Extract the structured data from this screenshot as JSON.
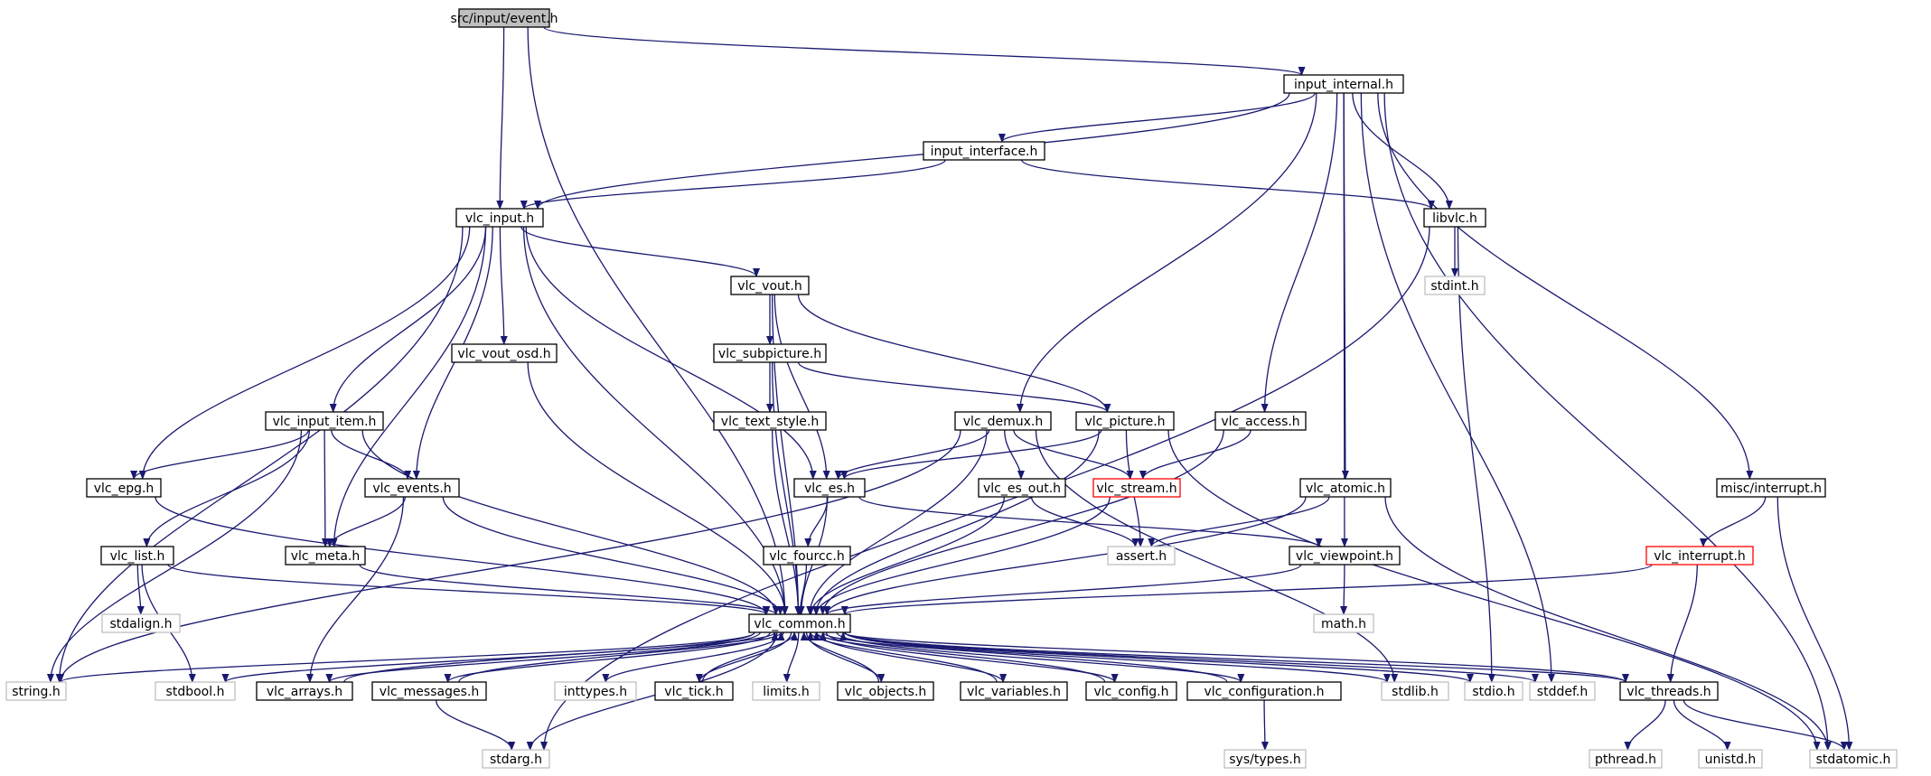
{
  "colors": {
    "edge": "#191970",
    "main_fill": "#bfbfbf",
    "doc_border": "#000000",
    "red_border": "#ff0000",
    "ext_border": "#bfbfbf"
  },
  "nodes": [
    {
      "id": "event_h",
      "label": "src/input/event.h",
      "kind": "main"
    },
    {
      "id": "input_internal_h",
      "label": "input_internal.h",
      "kind": "doc"
    },
    {
      "id": "input_interface_h",
      "label": "input_interface.h",
      "kind": "doc"
    },
    {
      "id": "vlc_input_h",
      "label": "vlc_input.h",
      "kind": "doc"
    },
    {
      "id": "libvlc_h",
      "label": "libvlc.h",
      "kind": "doc"
    },
    {
      "id": "stdint_h",
      "label": "stdint.h",
      "kind": "ext"
    },
    {
      "id": "vlc_vout_h",
      "label": "vlc_vout.h",
      "kind": "doc"
    },
    {
      "id": "vlc_vout_osd_h",
      "label": "vlc_vout_osd.h",
      "kind": "doc"
    },
    {
      "id": "vlc_subpicture_h",
      "label": "vlc_subpicture.h",
      "kind": "doc"
    },
    {
      "id": "vlc_input_item_h",
      "label": "vlc_input_item.h",
      "kind": "doc"
    },
    {
      "id": "vlc_text_style_h",
      "label": "vlc_text_style.h",
      "kind": "doc"
    },
    {
      "id": "vlc_demux_h",
      "label": "vlc_demux.h",
      "kind": "doc"
    },
    {
      "id": "vlc_picture_h",
      "label": "vlc_picture.h",
      "kind": "doc"
    },
    {
      "id": "vlc_access_h",
      "label": "vlc_access.h",
      "kind": "doc"
    },
    {
      "id": "vlc_epg_h",
      "label": "vlc_epg.h",
      "kind": "doc"
    },
    {
      "id": "vlc_events_h",
      "label": "vlc_events.h",
      "kind": "doc"
    },
    {
      "id": "vlc_es_h",
      "label": "vlc_es.h",
      "kind": "doc"
    },
    {
      "id": "vlc_es_out_h",
      "label": "vlc_es_out.h",
      "kind": "doc"
    },
    {
      "id": "vlc_stream_h",
      "label": "vlc_stream.h",
      "kind": "red"
    },
    {
      "id": "vlc_atomic_h",
      "label": "vlc_atomic.h",
      "kind": "doc"
    },
    {
      "id": "misc_interrupt_h",
      "label": "misc/interrupt.h",
      "kind": "doc"
    },
    {
      "id": "vlc_list_h",
      "label": "vlc_list.h",
      "kind": "doc"
    },
    {
      "id": "vlc_meta_h",
      "label": "vlc_meta.h",
      "kind": "doc"
    },
    {
      "id": "vlc_fourcc_h",
      "label": "vlc_fourcc.h",
      "kind": "doc"
    },
    {
      "id": "assert_h",
      "label": "assert.h",
      "kind": "ext"
    },
    {
      "id": "vlc_viewpoint_h",
      "label": "vlc_viewpoint.h",
      "kind": "doc"
    },
    {
      "id": "vlc_interrupt_h",
      "label": "vlc_interrupt.h",
      "kind": "red"
    },
    {
      "id": "stdalign_h",
      "label": "stdalign.h",
      "kind": "ext"
    },
    {
      "id": "math_h",
      "label": "math.h",
      "kind": "ext"
    },
    {
      "id": "vlc_common_h",
      "label": "vlc_common.h",
      "kind": "doc"
    },
    {
      "id": "string_h",
      "label": "string.h",
      "kind": "ext"
    },
    {
      "id": "stdbool_h",
      "label": "stdbool.h",
      "kind": "ext"
    },
    {
      "id": "vlc_arrays_h",
      "label": "vlc_arrays.h",
      "kind": "doc"
    },
    {
      "id": "vlc_messages_h",
      "label": "vlc_messages.h",
      "kind": "doc"
    },
    {
      "id": "inttypes_h",
      "label": "inttypes.h",
      "kind": "ext"
    },
    {
      "id": "vlc_tick_h",
      "label": "vlc_tick.h",
      "kind": "doc"
    },
    {
      "id": "limits_h",
      "label": "limits.h",
      "kind": "ext"
    },
    {
      "id": "vlc_objects_h",
      "label": "vlc_objects.h",
      "kind": "doc"
    },
    {
      "id": "vlc_variables_h",
      "label": "vlc_variables.h",
      "kind": "doc"
    },
    {
      "id": "vlc_config_h",
      "label": "vlc_config.h",
      "kind": "doc"
    },
    {
      "id": "vlc_configuration_h",
      "label": "vlc_configuration.h",
      "kind": "doc"
    },
    {
      "id": "stdlib_h",
      "label": "stdlib.h",
      "kind": "ext"
    },
    {
      "id": "stdio_h",
      "label": "stdio.h",
      "kind": "ext"
    },
    {
      "id": "stddef_h",
      "label": "stddef.h",
      "kind": "ext"
    },
    {
      "id": "vlc_threads_h",
      "label": "vlc_threads.h",
      "kind": "doc"
    },
    {
      "id": "stdarg_h",
      "label": "stdarg.h",
      "kind": "ext"
    },
    {
      "id": "sys_types_h",
      "label": "sys/types.h",
      "kind": "ext"
    },
    {
      "id": "pthread_h",
      "label": "pthread.h",
      "kind": "ext"
    },
    {
      "id": "unistd_h",
      "label": "unistd.h",
      "kind": "ext"
    },
    {
      "id": "stdatomic_h",
      "label": "stdatomic.h",
      "kind": "ext"
    }
  ],
  "edges": [
    [
      "event_h",
      "input_internal_h"
    ],
    [
      "event_h",
      "vlc_input_h"
    ],
    [
      "event_h",
      "vlc_common_h"
    ],
    [
      "input_internal_h",
      "input_interface_h"
    ],
    [
      "input_internal_h",
      "vlc_input_h"
    ],
    [
      "input_internal_h",
      "libvlc_h"
    ],
    [
      "input_internal_h",
      "vlc_demux_h"
    ],
    [
      "input_internal_h",
      "vlc_access_h"
    ],
    [
      "input_internal_h",
      "vlc_atomic_h"
    ],
    [
      "input_internal_h",
      "vlc_viewpoint_h"
    ],
    [
      "input_internal_h",
      "misc_interrupt_h"
    ],
    [
      "input_internal_h",
      "stddef_h"
    ],
    [
      "input_internal_h",
      "stdatomic_h"
    ],
    [
      "input_interface_h",
      "vlc_input_h"
    ],
    [
      "input_interface_h",
      "libvlc_h"
    ],
    [
      "libvlc_h",
      "stdint_h"
    ],
    [
      "libvlc_h",
      "stdio_h"
    ],
    [
      "libvlc_h",
      "stdarg_h"
    ],
    [
      "vlc_input_h",
      "vlc_vout_h"
    ],
    [
      "vlc_input_h",
      "vlc_vout_osd_h"
    ],
    [
      "vlc_input_h",
      "vlc_input_item_h"
    ],
    [
      "vlc_input_h",
      "vlc_epg_h"
    ],
    [
      "vlc_input_h",
      "vlc_events_h"
    ],
    [
      "vlc_input_h",
      "vlc_meta_h"
    ],
    [
      "vlc_input_h",
      "vlc_es_h"
    ],
    [
      "vlc_input_h",
      "vlc_common_h"
    ],
    [
      "vlc_input_h",
      "string_h"
    ],
    [
      "vlc_vout_h",
      "vlc_subpicture_h"
    ],
    [
      "vlc_vout_h",
      "vlc_picture_h"
    ],
    [
      "vlc_vout_h",
      "vlc_es_h"
    ],
    [
      "vlc_vout_h",
      "vlc_common_h"
    ],
    [
      "vlc_vout_osd_h",
      "vlc_common_h"
    ],
    [
      "vlc_subpicture_h",
      "vlc_text_style_h"
    ],
    [
      "vlc_subpicture_h",
      "vlc_picture_h"
    ],
    [
      "vlc_subpicture_h",
      "vlc_common_h"
    ],
    [
      "vlc_text_style_h",
      "vlc_common_h"
    ],
    [
      "vlc_input_item_h",
      "vlc_epg_h"
    ],
    [
      "vlc_input_item_h",
      "vlc_events_h"
    ],
    [
      "vlc_input_item_h",
      "vlc_meta_h"
    ],
    [
      "vlc_input_item_h",
      "vlc_list_h"
    ],
    [
      "vlc_input_item_h",
      "string_h"
    ],
    [
      "vlc_input_item_h",
      "vlc_common_h"
    ],
    [
      "vlc_demux_h",
      "vlc_es_h"
    ],
    [
      "vlc_demux_h",
      "vlc_es_out_h"
    ],
    [
      "vlc_demux_h",
      "vlc_stream_h"
    ],
    [
      "vlc_demux_h",
      "vlc_common_h"
    ],
    [
      "vlc_demux_h",
      "string_h"
    ],
    [
      "vlc_demux_h",
      "stdlib_h"
    ],
    [
      "vlc_picture_h",
      "vlc_es_h"
    ],
    [
      "vlc_picture_h",
      "assert_h"
    ],
    [
      "vlc_picture_h",
      "vlc_common_h"
    ],
    [
      "vlc_picture_h",
      "stdatomic_h"
    ],
    [
      "vlc_access_h",
      "vlc_stream_h"
    ],
    [
      "vlc_access_h",
      "vlc_common_h"
    ],
    [
      "vlc_epg_h",
      "vlc_common_h"
    ],
    [
      "vlc_events_h",
      "vlc_meta_h"
    ],
    [
      "vlc_events_h",
      "vlc_arrays_h"
    ],
    [
      "vlc_events_h",
      "vlc_common_h"
    ],
    [
      "vlc_es_h",
      "vlc_fourcc_h"
    ],
    [
      "vlc_es_h",
      "vlc_viewpoint_h"
    ],
    [
      "vlc_es_h",
      "vlc_common_h"
    ],
    [
      "vlc_es_out_h",
      "assert_h"
    ],
    [
      "vlc_es_out_h",
      "vlc_common_h"
    ],
    [
      "vlc_stream_h",
      "vlc_common_h"
    ],
    [
      "vlc_atomic_h",
      "assert_h"
    ],
    [
      "vlc_atomic_h",
      "vlc_common_h"
    ],
    [
      "vlc_atomic_h",
      "stdatomic_h"
    ],
    [
      "misc_interrupt_h",
      "vlc_interrupt_h"
    ],
    [
      "misc_interrupt_h",
      "stdatomic_h"
    ],
    [
      "vlc_list_h",
      "stdalign_h"
    ],
    [
      "vlc_list_h",
      "stdbool_h"
    ],
    [
      "vlc_list_h",
      "vlc_common_h"
    ],
    [
      "vlc_meta_h",
      "vlc_common_h"
    ],
    [
      "vlc_fourcc_h",
      "vlc_common_h"
    ],
    [
      "vlc_viewpoint_h",
      "math_h"
    ],
    [
      "vlc_viewpoint_h",
      "vlc_common_h"
    ],
    [
      "vlc_interrupt_h",
      "vlc_threads_h"
    ],
    [
      "vlc_interrupt_h",
      "vlc_common_h"
    ],
    [
      "vlc_common_h",
      "string_h"
    ],
    [
      "vlc_common_h",
      "stdbool_h"
    ],
    [
      "vlc_common_h",
      "vlc_arrays_h"
    ],
    [
      "vlc_common_h",
      "vlc_messages_h"
    ],
    [
      "vlc_common_h",
      "inttypes_h"
    ],
    [
      "vlc_common_h",
      "vlc_tick_h"
    ],
    [
      "vlc_common_h",
      "limits_h"
    ],
    [
      "vlc_common_h",
      "vlc_objects_h"
    ],
    [
      "vlc_common_h",
      "vlc_variables_h"
    ],
    [
      "vlc_common_h",
      "vlc_config_h"
    ],
    [
      "vlc_common_h",
      "vlc_configuration_h"
    ],
    [
      "vlc_common_h",
      "stdlib_h"
    ],
    [
      "vlc_common_h",
      "stdio_h"
    ],
    [
      "vlc_common_h",
      "stddef_h"
    ],
    [
      "vlc_common_h",
      "vlc_threads_h"
    ],
    [
      "vlc_common_h",
      "stdarg_h"
    ],
    [
      "vlc_arrays_h",
      "vlc_common_h"
    ],
    [
      "vlc_messages_h",
      "vlc_common_h"
    ],
    [
      "vlc_tick_h",
      "vlc_common_h"
    ],
    [
      "vlc_objects_h",
      "vlc_common_h"
    ],
    [
      "vlc_variables_h",
      "vlc_common_h"
    ],
    [
      "vlc_config_h",
      "vlc_common_h"
    ],
    [
      "vlc_configuration_h",
      "vlc_common_h"
    ],
    [
      "vlc_threads_h",
      "vlc_common_h"
    ],
    [
      "vlc_messages_h",
      "stdarg_h"
    ],
    [
      "vlc_configuration_h",
      "sys_types_h"
    ],
    [
      "vlc_threads_h",
      "pthread_h"
    ],
    [
      "vlc_threads_h",
      "unistd_h"
    ],
    [
      "vlc_threads_h",
      "stdatomic_h"
    ]
  ]
}
